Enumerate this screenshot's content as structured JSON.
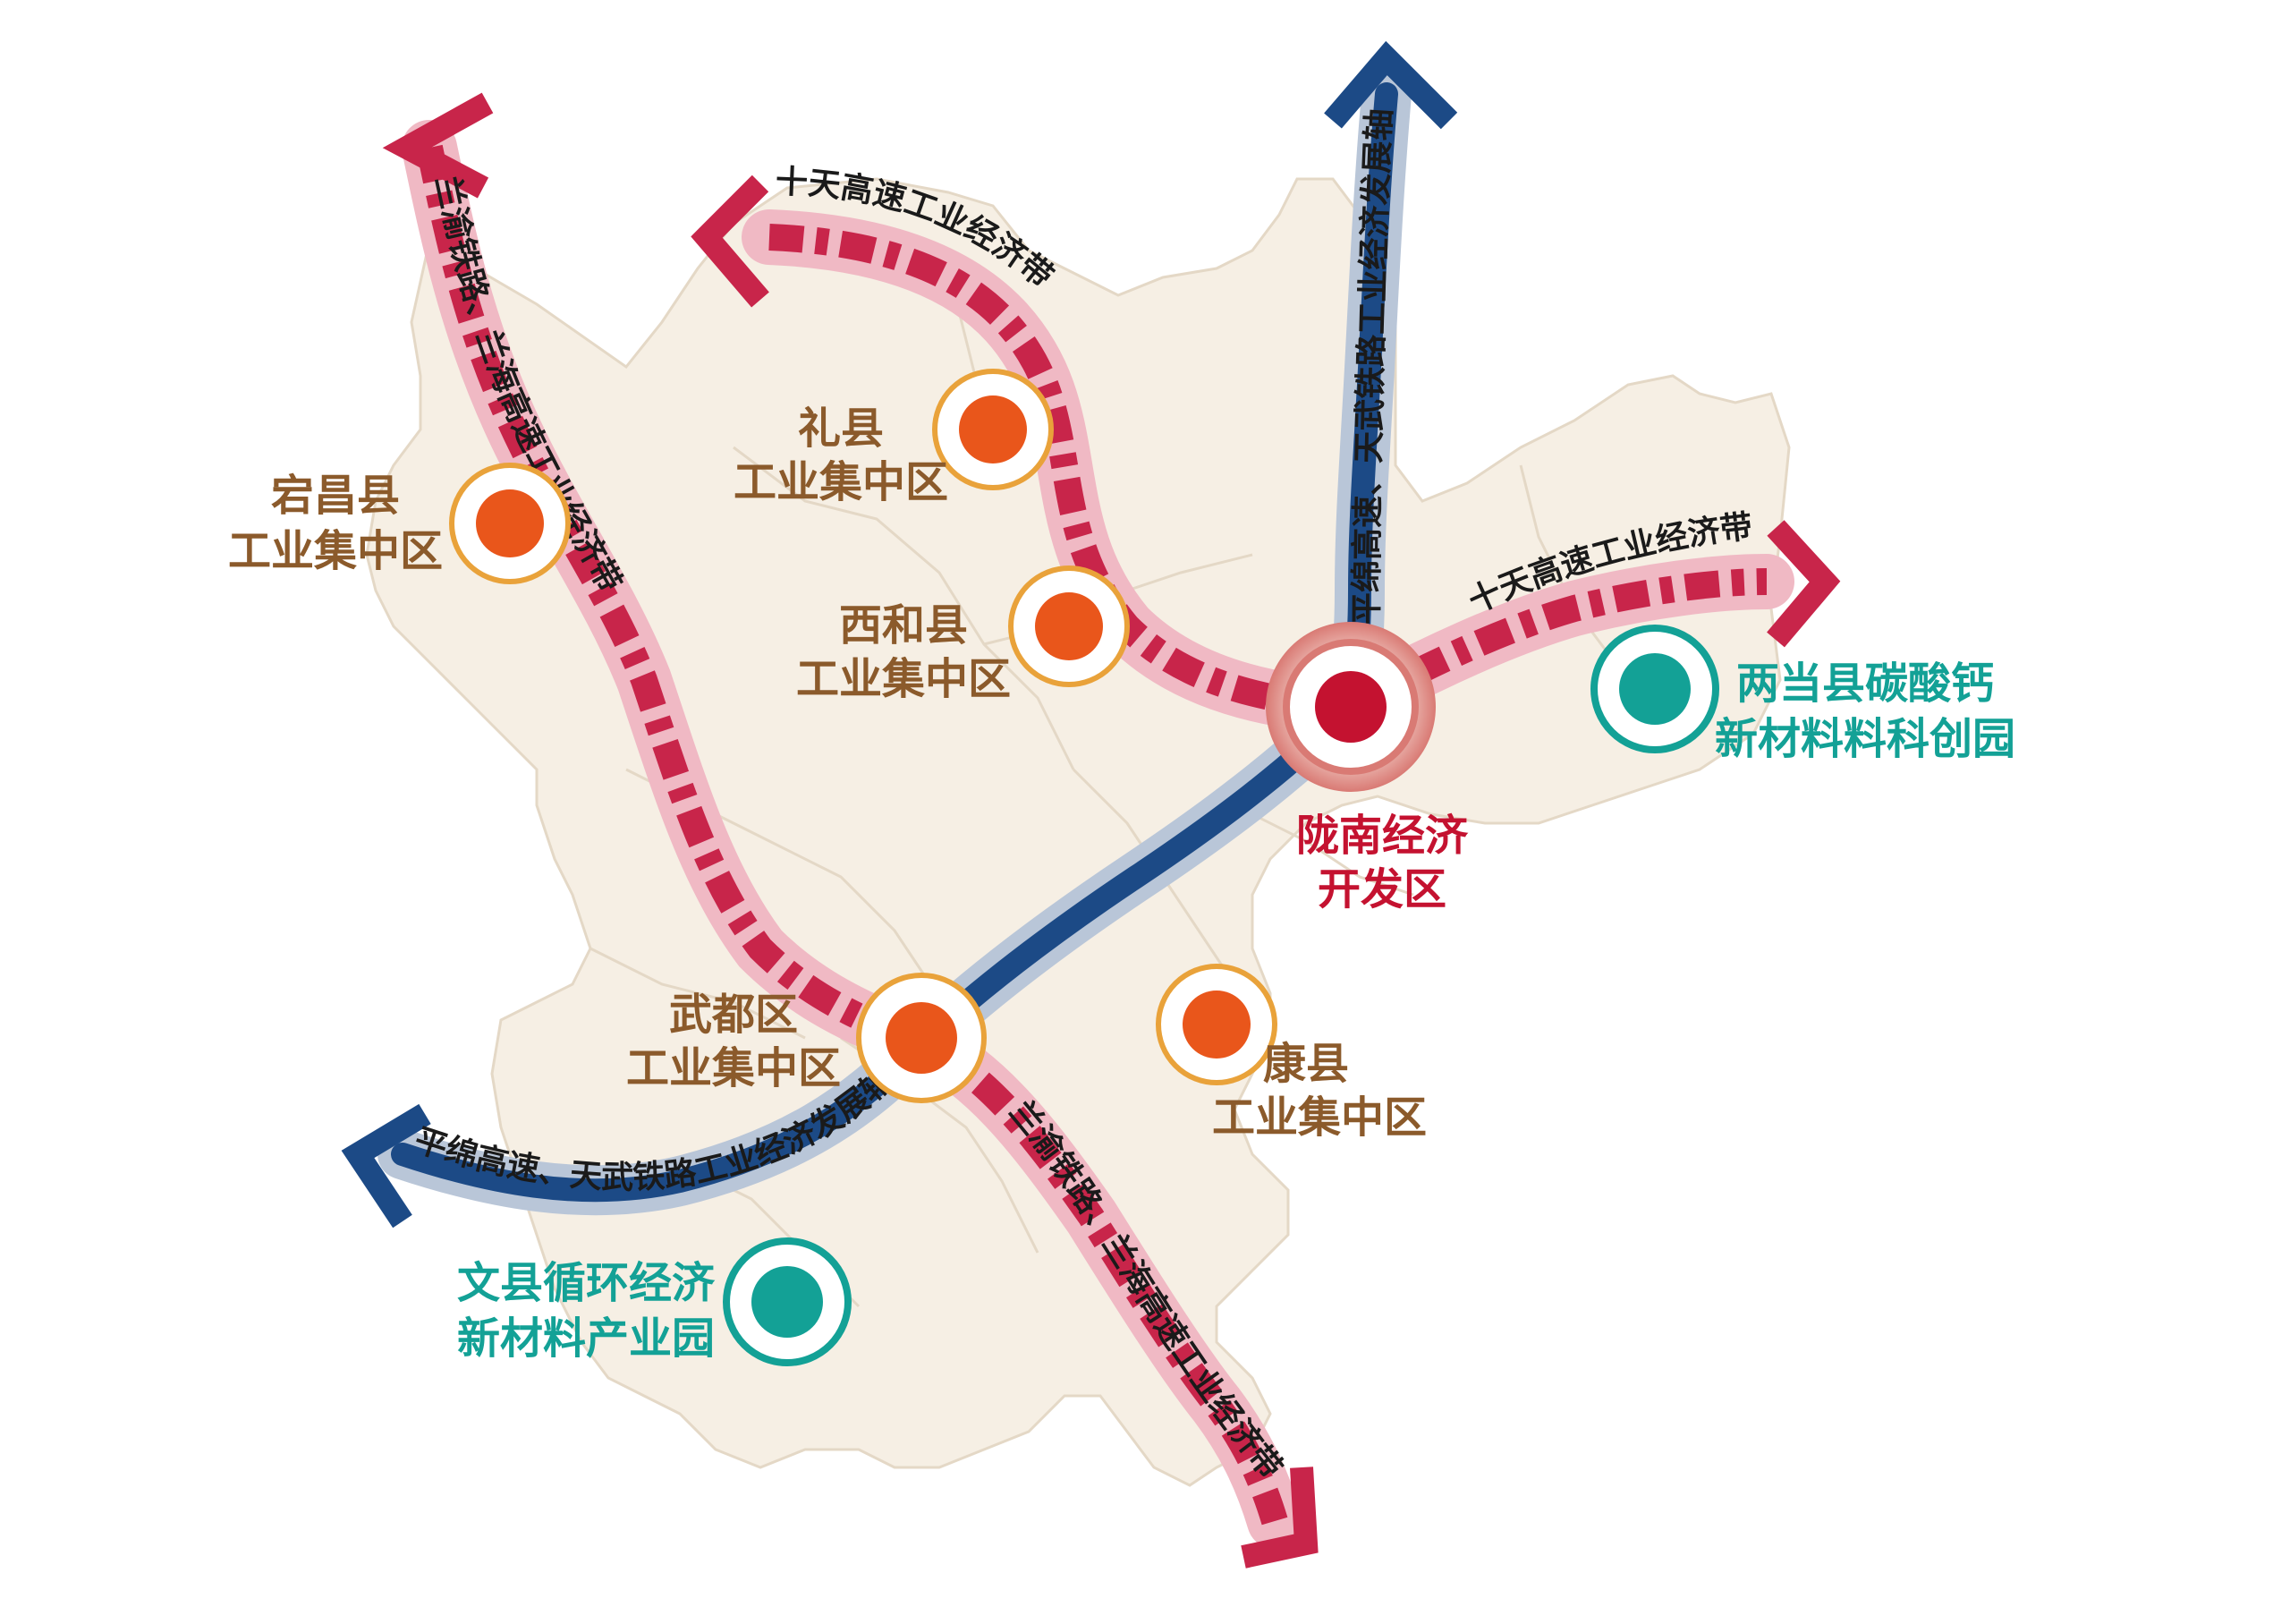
{
  "colors": {
    "map_fill": "#f6efe4",
    "map_border": "#e4d8c6",
    "industrial_belt": "#c8254a",
    "industrial_belt_halo": "#f0b9c4",
    "development_axis": "#1c4a86",
    "development_axis_halo": "#b9c6d8",
    "zone_dot": "#e9561b",
    "zone_ring": "#e9a23a",
    "core_dot": "#c41230",
    "core_ring": "#d97a74",
    "park_dot": "#13a196",
    "park_ring": "#13a196",
    "label_brown": "#8b5a2b",
    "label_red": "#c41230",
    "label_teal": "#13a196"
  },
  "corridors": {
    "lanyu_north": "兰渝铁路、兰海高速工业经济带",
    "lanyu_south": "兰渝铁路、兰海高速工业经济带",
    "shitian_west": "十天高速工业经济带",
    "shitian_east": "十天高速工业经济带",
    "pingmian_north": "平绵高速、天武铁路工业经济发展轴",
    "pingmian_south": "平绵高速、天武铁路工业经济发展轴"
  },
  "zones": {
    "dangchang": {
      "line1": "宕昌县",
      "line2": "工业集中区"
    },
    "lixian": {
      "line1": "礼县",
      "line2": "工业集中区"
    },
    "xihe": {
      "line1": "西和县",
      "line2": "工业集中区"
    },
    "wudu": {
      "line1": "武都区",
      "line2": "工业集中区"
    },
    "kangxian": {
      "line1": "康县",
      "line2": "工业集中区"
    },
    "longnan": {
      "line1": "陇南经济",
      "line2": "开发区"
    },
    "liangdang": {
      "line1": "两当县碳酸钙",
      "line2": "新材料料科创园"
    },
    "wenxian": {
      "line1": "文县循环经济",
      "line2": "新材料产业园"
    }
  }
}
